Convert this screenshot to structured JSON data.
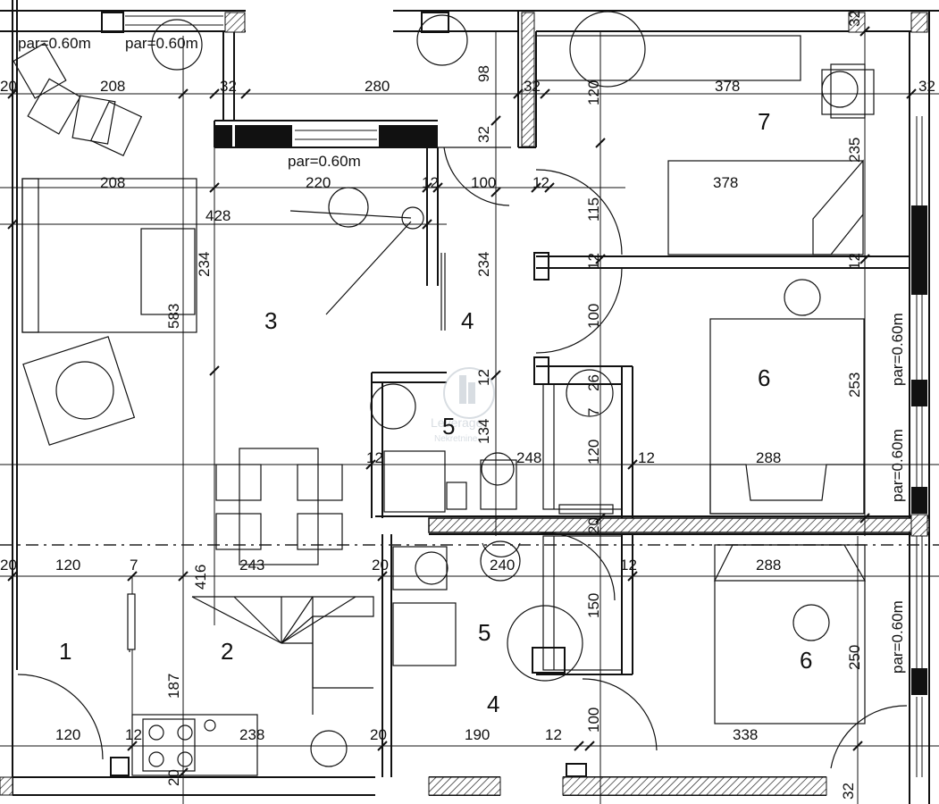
{
  "plan": {
    "rooms": {
      "r1": "1",
      "r2": "2",
      "r3": "3",
      "r4_upper": "4",
      "r4_lower": "4",
      "r5_upper": "5",
      "r5_lower": "5",
      "r6_upper": "6",
      "r6_lower": "6",
      "r7": "7"
    },
    "parapet": {
      "top_left_a": "par=0.60m",
      "top_left_b": "par=0.60m",
      "mid": "par=0.60m",
      "right_1": "par=0.60m",
      "right_2": "par=0.60m",
      "right_3": "par=0.60m"
    },
    "dims": {
      "d20_a": "20",
      "d208_a": "208",
      "d32_a": "32",
      "d280": "280",
      "d98": "98",
      "d32_b": "32",
      "d120_a": "120",
      "d378_a": "378",
      "d32_c": "32",
      "d32_top": "32",
      "d32_d": "32",
      "d235": "235",
      "d208_b": "208",
      "d220": "220",
      "d12_a": "12",
      "d100_a": "100",
      "d12_b": "12",
      "d378_b": "378",
      "d428": "428",
      "d115": "115",
      "d234_a": "234",
      "d234_b": "234",
      "d12_c": "12",
      "d12_d": "12",
      "d583": "583",
      "d100_b": "100",
      "d12_e": "12",
      "d26": "26",
      "d253": "253",
      "d7_a": "7",
      "d134": "134",
      "d12_f": "12",
      "d248": "248",
      "d120_b": "120",
      "d12_g": "12",
      "d288_a": "288",
      "d20_b": "20",
      "d20_c": "20",
      "d120_c": "120",
      "d7_b": "7",
      "d416": "416",
      "d243": "243",
      "d20_d": "20",
      "d240": "240",
      "d12_h": "12",
      "d288_b": "288",
      "d150": "150",
      "d250": "250",
      "d187": "187",
      "d120_d": "120",
      "d12_i": "12",
      "d238": "238",
      "d20_e": "20",
      "d190": "190",
      "d12_j": "12",
      "d100_c": "100",
      "d338": "338",
      "d20_f": "20",
      "d32_e": "32"
    },
    "watermark": {
      "line1": "Leverage",
      "line2": "Nekretnine"
    }
  }
}
